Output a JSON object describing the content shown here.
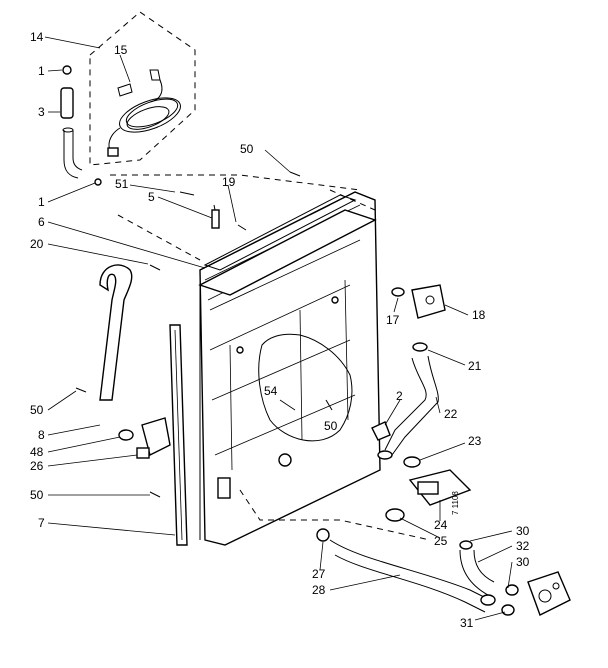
{
  "diagram": {
    "side_code": "7 1108",
    "callouts": {
      "c14": "14",
      "c15": "15",
      "c1a": "1",
      "c3": "3",
      "c1b": "1",
      "c51": "51",
      "c5": "5",
      "c19": "19",
      "c50a": "50",
      "c6": "6",
      "c20": "20",
      "c17": "17",
      "c18": "18",
      "c21": "21",
      "c2": "2",
      "c22": "22",
      "c54": "54",
      "c50b": "50",
      "c50c": "50",
      "c8": "8",
      "c48": "48",
      "c26": "26",
      "c23": "23",
      "c50d": "50",
      "c7": "7",
      "c24": "24",
      "c25": "25",
      "c30a": "30",
      "c32": "32",
      "c30b": "30",
      "c27": "27",
      "c28": "28",
      "c31": "31"
    }
  }
}
